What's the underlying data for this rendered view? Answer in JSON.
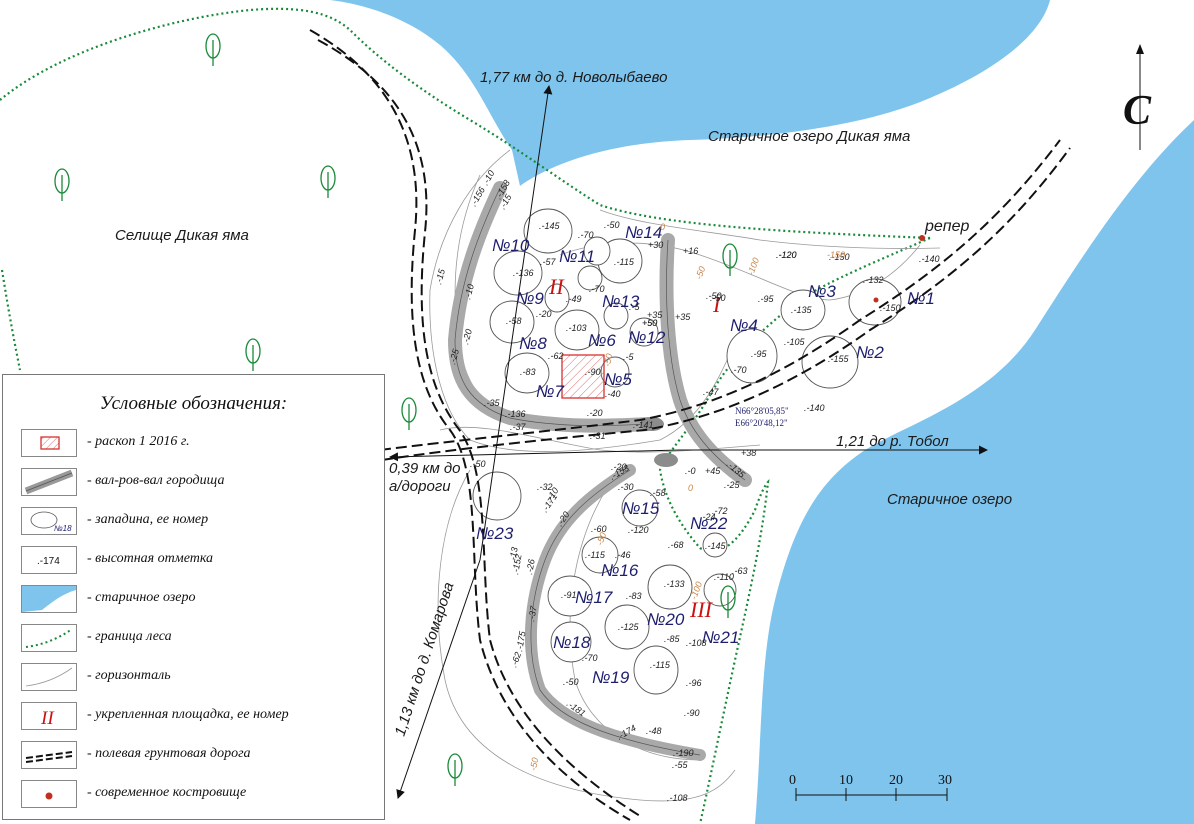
{
  "map": {
    "north_letter": "С",
    "labels": {
      "lake_main": "Старичное озеро Дикая яма",
      "lake_second": "Старичное озеро",
      "settlement": "Селище Дикая яма",
      "benchmark": "репер",
      "dist_north": "1,77 км до д. Новолыбаево",
      "dist_east": "1,21 до р. Тобол",
      "dist_west_1": "0,39 км до",
      "dist_west_2": "а/дороги",
      "dist_south": "1,13 км до д. Комарова",
      "coord_n": "N66°28'05,85\"",
      "coord_e": "E66°20'48,12\""
    },
    "pits": [
      "№1",
      "№2",
      "№3",
      "№4",
      "№5",
      "№6",
      "№7",
      "№8",
      "№9",
      "№10",
      "№11",
      "№12",
      "№13",
      "№14",
      "№15",
      "№16",
      "№17",
      "№18",
      "№19",
      "№20",
      "№21",
      "№22",
      "№23"
    ],
    "sites": [
      "I",
      "II",
      "III"
    ],
    "elevations": [
      ".-145",
      ".-70",
      ".-50",
      "+30",
      ".-115",
      ".-57",
      ".-136",
      ".-70",
      ".-49",
      ".-58",
      ".-20",
      ".-103",
      ".-62",
      ".-90",
      ".-83",
      ".-40",
      ".-20",
      ".-141",
      ".-31",
      ".-35",
      ".-136",
      ".-37",
      ".-120",
      ".-95",
      ".-135",
      ".-105",
      ".-155",
      ".-70",
      ".-132",
      ".-150",
      ".-140",
      ".-120",
      ".-150",
      ".-50",
      ".-95",
      ".-140",
      ".-20",
      ".-30",
      ".-32",
      ".-58",
      ".-60",
      ".-120",
      ".-115",
      ".-46",
      ".-68",
      ".-72",
      ".-145",
      ".-110",
      ".-133",
      ".-91",
      ".-83",
      ".-125",
      ".-85",
      ".-108",
      ".-70",
      ".-115",
      ".-96",
      ".-90",
      ".-48",
      ".-190",
      ".-55",
      ".-108",
      ".-50",
      ".-174",
      ".-181",
      ".-175",
      ".-152",
      ".-153",
      ".-171",
      ".-135",
      ".-156",
      ".-158",
      ".-10",
      ".-15",
      ".-10",
      ".-25",
      ".-20",
      ".-15",
      ".-50",
      ".-13",
      ".-26",
      ".-37",
      ".-62",
      ".-10",
      ".-20",
      "+16",
      "+35",
      "+45",
      "+38",
      "+50",
      ".-5",
      ".-0",
      ".-5",
      "+50",
      "+35",
      ".-50",
      ".-47",
      ".-25",
      ".-63",
      ".-24"
    ],
    "horizontals": [
      "0",
      "-50",
      "-100",
      "-150",
      "-50",
      "0",
      "-50",
      "-100",
      "-50"
    ],
    "scale": {
      "ticks": [
        "0",
        "10",
        "20",
        "30"
      ]
    }
  },
  "legend": {
    "title": "Условные обозначения:",
    "items": [
      {
        "text": "- раскоп 1 2016 г."
      },
      {
        "text": "- вал-ров-вал городища"
      },
      {
        "text": "- западина, ее номер",
        "sample": "№18"
      },
      {
        "text": "- высотная отметка",
        "sample": ".-174"
      },
      {
        "text": "- старичное озеро"
      },
      {
        "text": "- граница леса"
      },
      {
        "text": "- горизонталь"
      },
      {
        "text": "- укрепленная площадка, ее номер",
        "sample": "II"
      },
      {
        "text": "- полевая грунтовая дорога"
      },
      {
        "text": "- современное кострoвище"
      }
    ]
  },
  "colors": {
    "water": "#7fc4ed",
    "forest": "#1a8a3a",
    "rampart": "#a9a9a9",
    "excavation": "#d93030",
    "site_number": "#cc1111",
    "pit_number": "#1e1e6e",
    "horizontal": "#c8864a"
  }
}
